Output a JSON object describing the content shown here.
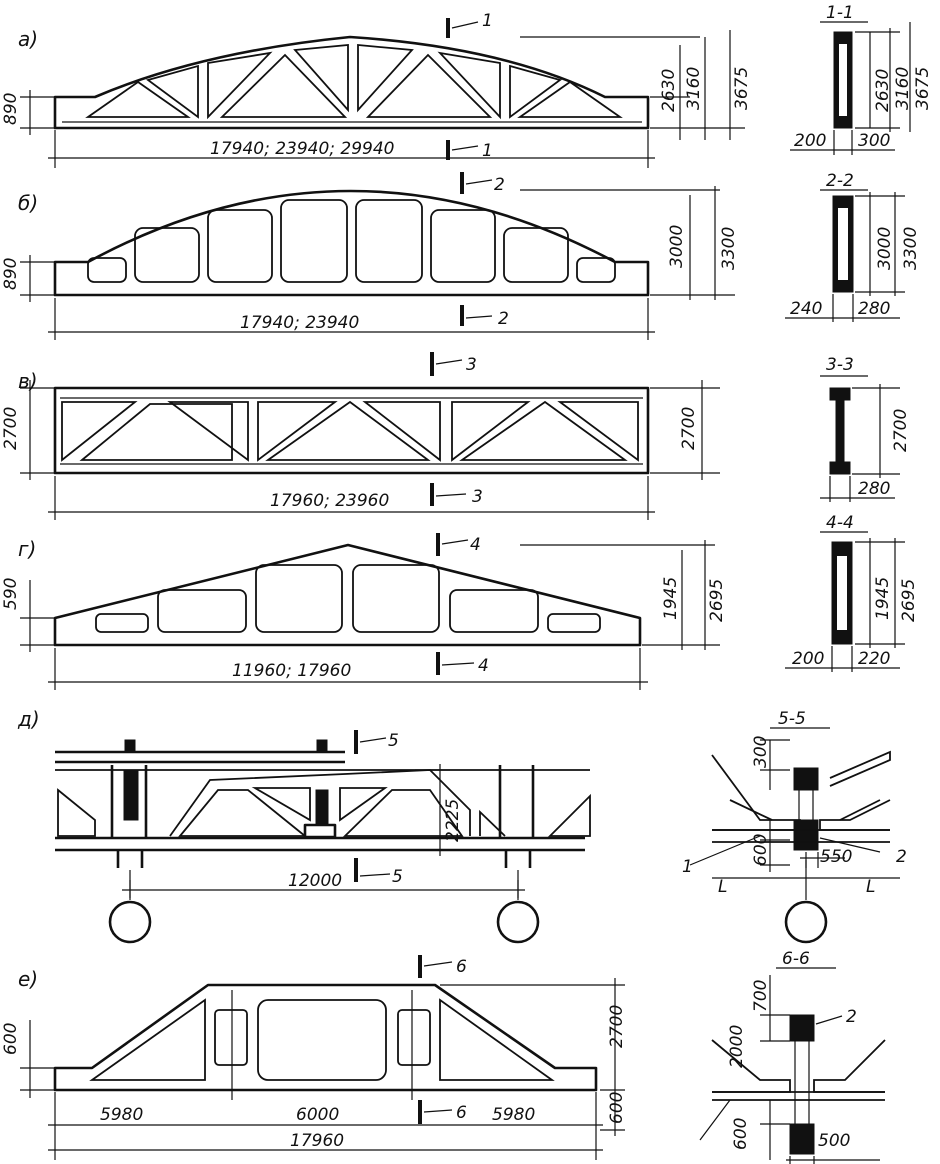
{
  "figure": {
    "panel_labels": [
      "а)",
      "б)",
      "в)",
      "г)",
      "д)",
      "е)"
    ],
    "a": {
      "section_mark": "1",
      "section_title": "1-1",
      "dims": {
        "left_height": "890",
        "h1": "2630",
        "h2": "3160",
        "h3": "3675",
        "span": "17940; 23940; 29940"
      },
      "section_dims": {
        "h1": "2630",
        "h2": "3160",
        "h3": "3675",
        "b1": "200",
        "b2": "300"
      }
    },
    "b": {
      "section_mark": "2",
      "section_title": "2-2",
      "dims": {
        "left_height": "890",
        "h1": "3000",
        "h2": "3300",
        "span": "17940; 23940"
      },
      "section_dims": {
        "h1": "3000",
        "h2": "3300",
        "b1": "240",
        "b2": "280"
      }
    },
    "v": {
      "section_mark": "3",
      "section_title": "3-3",
      "dims": {
        "left_height": "2700",
        "right_height": "2700",
        "span": "17960; 23960"
      },
      "section_dims": {
        "h1": "2700",
        "b2": "280"
      }
    },
    "g": {
      "section_mark": "4",
      "section_title": "4-4",
      "dims": {
        "left_height": "590",
        "h1": "1945",
        "h2": "2695",
        "span": "11960; 17960"
      },
      "section_dims": {
        "h1": "1945",
        "h2": "2695",
        "b1": "200",
        "b2": "220"
      }
    },
    "d": {
      "section_mark": "5",
      "section_title": "5-5",
      "dims": {
        "height": "2225",
        "span": "12000"
      },
      "section_dims": {
        "top": "300",
        "bottom": "600",
        "width": "550",
        "left_L": "L",
        "right_L": "L"
      },
      "callouts": {
        "one": "1",
        "two": "2"
      }
    },
    "e": {
      "section_mark": "6",
      "section_title": "6-6",
      "dims": {
        "left_height": "600",
        "right_height": "2700",
        "right_bottom": "600",
        "seg1": "5980",
        "seg2": "6000",
        "seg3": "5980",
        "span": "17960"
      },
      "section_dims": {
        "top": "700",
        "mid": "2000",
        "bottom": "600",
        "width": "500"
      },
      "callouts": {
        "two": "2"
      }
    }
  }
}
